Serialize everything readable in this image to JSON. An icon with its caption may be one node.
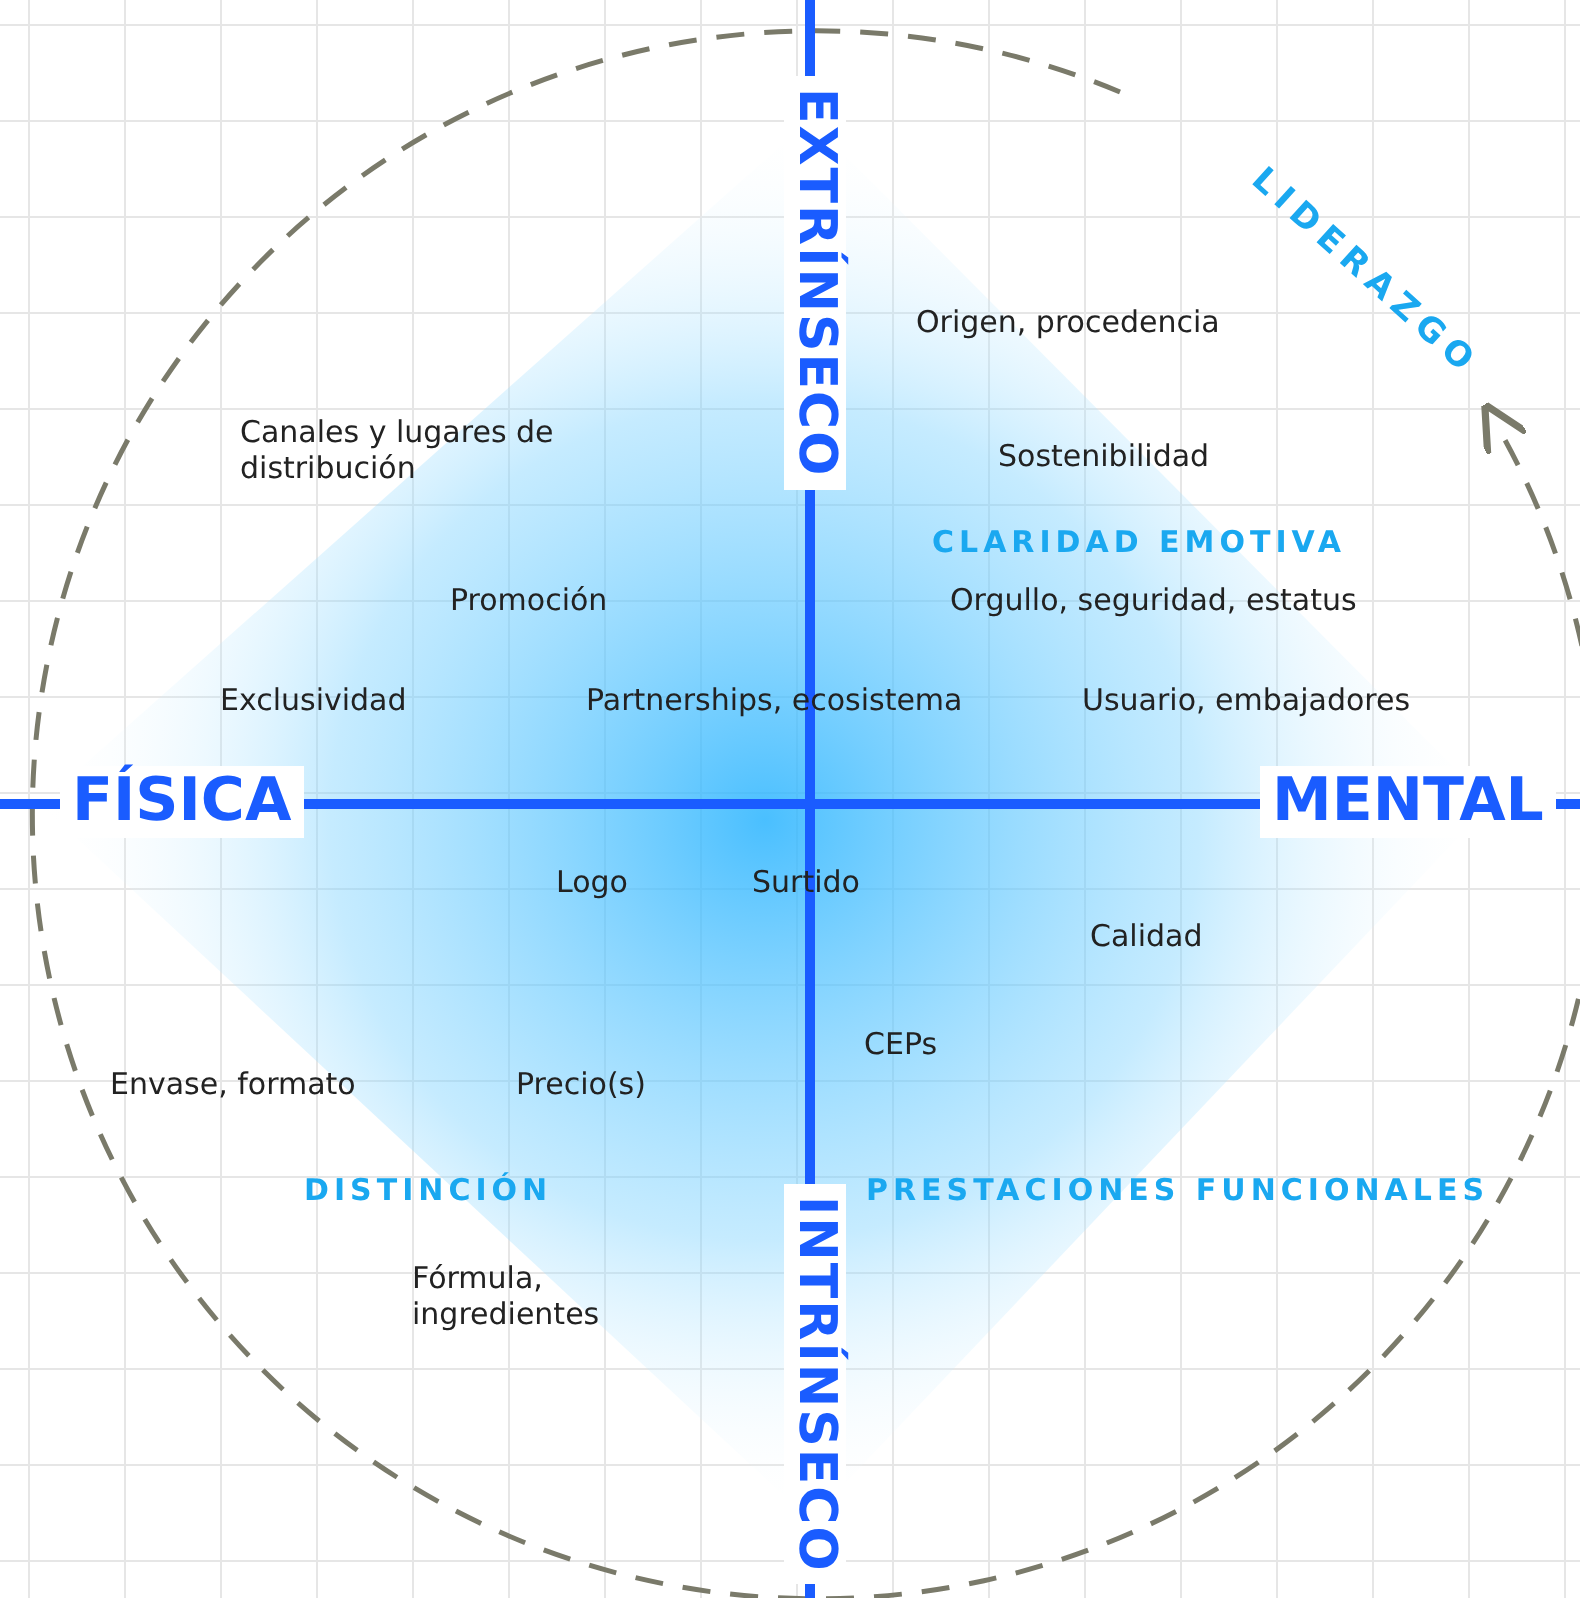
{
  "diagram": {
    "labels": [
      "EXTRÍNSECO",
      "LIDERAZGO",
      "Origen, procedencia",
      "Canales y lugares de distribución",
      "Sostenibilidad",
      "CLARIDAD EMOTIVA",
      "Promoción",
      "Orgullo, seguridad, estatus",
      "Exclusividad",
      "Partnerships, ecosistema",
      "Usuario, embajadores",
      "FÍSICA",
      "MENTAL",
      "Logo",
      "Surtido",
      "Calidad",
      "CEPs",
      "Envase, formato",
      "Precio(s)",
      "DISTINCIÓN",
      "PRESTACIONES FUNCIONALES",
      "INTRÍNSECO",
      "Fórmula, ingredientes"
    ]
  }
}
